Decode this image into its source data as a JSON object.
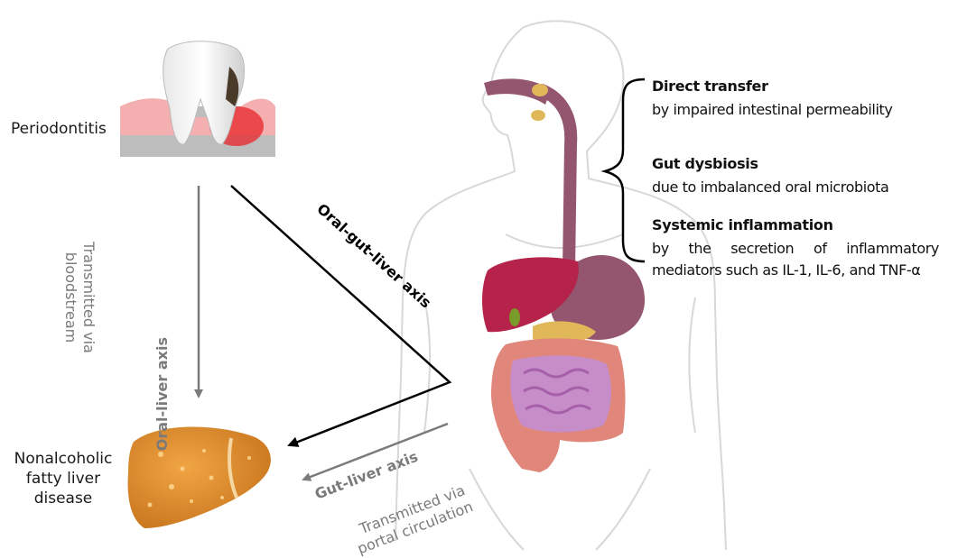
{
  "labels": {
    "periodontitis": "Periodontitis",
    "nafld": [
      "Nonalcoholic",
      "fatty liver",
      "disease"
    ]
  },
  "axes": {
    "oral_liver": {
      "title": "Oral-liver axis",
      "line1": "Transmitted via",
      "line2": "bloodstream"
    },
    "oral_gut_liver": {
      "title": "Oral-gut-liver axis"
    },
    "gut_liver": {
      "title": "Gut-liver axis",
      "line1": "Transmitted via",
      "line2": "portal circulation"
    }
  },
  "mechanisms": [
    {
      "title": "Direct transfer",
      "text": "by impaired intestinal permeability"
    },
    {
      "title": "Gut dysbiosis",
      "text": "due to imbalanced oral microbiota"
    },
    {
      "title": "Systemic inflammation",
      "text_line1": "by the secretion of inflammatory",
      "text_line2": "mediators such as IL-1, IL-6, and TNF-α"
    }
  ],
  "colors": {
    "arrow_grey": "#7a7a7a",
    "arrow_black": "#000000",
    "body_outline": "#d8d8d8",
    "esophagus": "#94566f",
    "liver_organ": "#b5234a",
    "nafld_liver": "#d98a2a",
    "small_intestine": "#c78dc9",
    "large_intestine": "#e0867a",
    "pancreas": "#e0b85a"
  }
}
